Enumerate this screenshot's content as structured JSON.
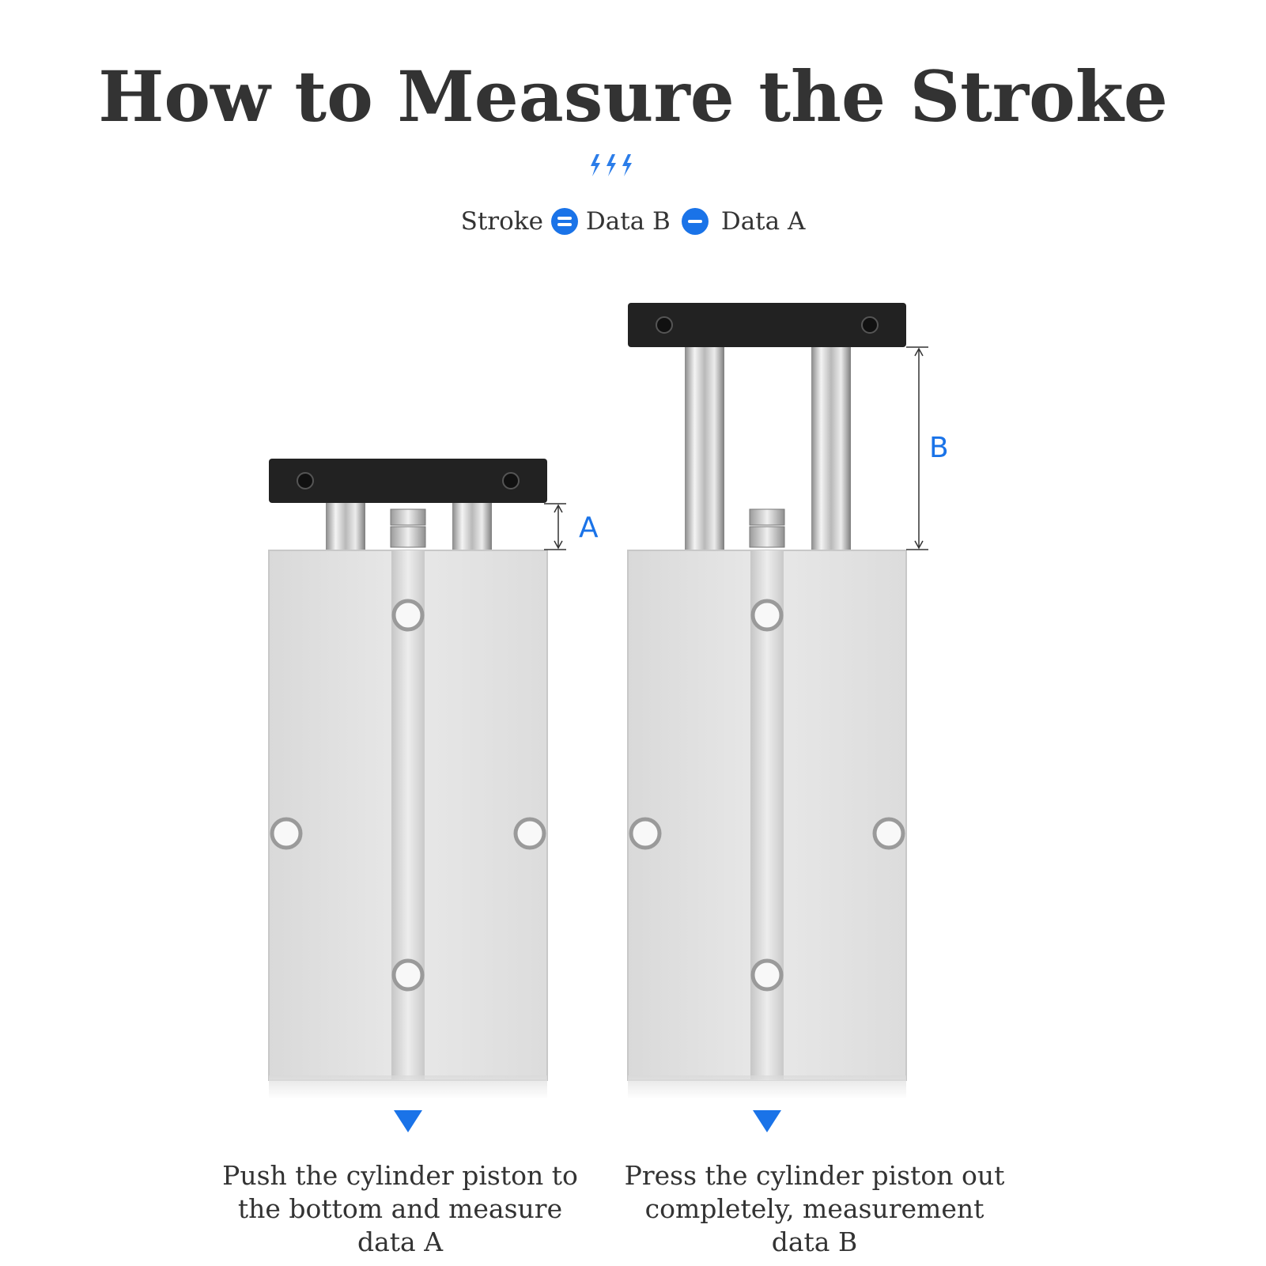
{
  "title": "How to Measure the Stroke",
  "formula": {
    "term1": "Stroke",
    "operator1": "equals-icon",
    "term2": "Data B",
    "operator2": "minus-icon",
    "term3": "Data A"
  },
  "labels": {
    "dimension_a": "A",
    "dimension_b": "B"
  },
  "captions": {
    "left": [
      "Push the cylinder piston to",
      "the bottom and measure",
      "data A"
    ],
    "right": [
      "Press the cylinder piston out",
      "completely, measurement",
      "data B"
    ]
  },
  "colors": {
    "accent": "#1a73e8",
    "text": "#333333",
    "body": "#e4e4e4",
    "plate": "#222222"
  }
}
